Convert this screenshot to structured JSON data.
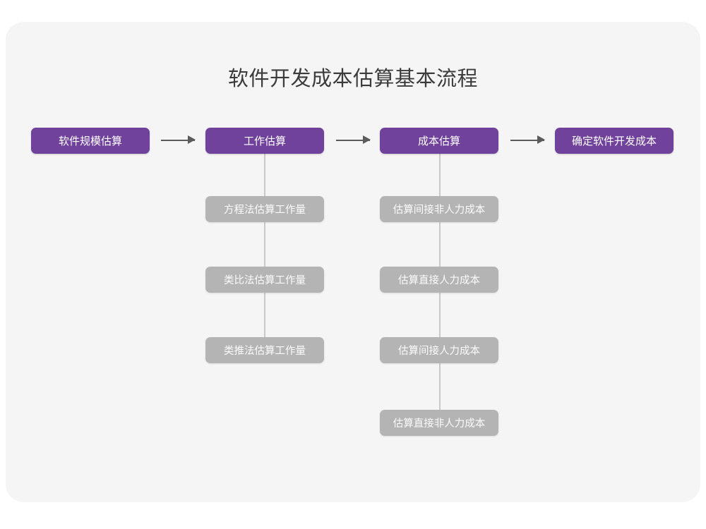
{
  "title": "软件开发成本估算基本流程",
  "colors": {
    "page_background": "#ffffff",
    "card_background": "#f5f5f6",
    "primary_node": "#70429c",
    "primary_node_text": "#ffffff",
    "secondary_node": "#b4b4b4",
    "secondary_node_text": "#fbfbfb",
    "title_text": "#3b3b3b",
    "arrow": "#5b5b5b",
    "connector_line": "#c9c9c9"
  },
  "chart_data": {
    "type": "diagram",
    "title": "软件开发成本估算基本流程",
    "orientation": "left-to-right main flow with vertical sub-step chains",
    "stages": [
      {
        "id": "stage-1",
        "label": "软件规模估算",
        "substeps": []
      },
      {
        "id": "stage-2",
        "label": "工作估算",
        "substeps": [
          "方程法估算工作量",
          "类比法估算工作量",
          "类推法估算工作量"
        ]
      },
      {
        "id": "stage-3",
        "label": "成本估算",
        "substeps": [
          "估算间接非人力成本",
          "估算直接人力成本",
          "估算间接人力成本",
          "估算直接非人力成本"
        ]
      },
      {
        "id": "stage-4",
        "label": "确定软件开发成本",
        "substeps": []
      }
    ],
    "connectors": [
      {
        "from": "stage-1",
        "to": "stage-2",
        "style": "arrow"
      },
      {
        "from": "stage-2",
        "to": "stage-3",
        "style": "arrow"
      },
      {
        "from": "stage-3",
        "to": "stage-4",
        "style": "arrow"
      }
    ]
  },
  "flow": {
    "stage1": {
      "label": "软件规模估算"
    },
    "stage2": {
      "label": "工作估算",
      "sub": [
        {
          "label": "方程法估算工作量"
        },
        {
          "label": "类比法估算工作量"
        },
        {
          "label": "类推法估算工作量"
        }
      ]
    },
    "stage3": {
      "label": "成本估算",
      "sub": [
        {
          "label": "估算间接非人力成本"
        },
        {
          "label": "估算直接人力成本"
        },
        {
          "label": "估算间接人力成本"
        },
        {
          "label": "估算直接非人力成本"
        }
      ]
    },
    "stage4": {
      "label": "确定软件开发成本"
    }
  }
}
